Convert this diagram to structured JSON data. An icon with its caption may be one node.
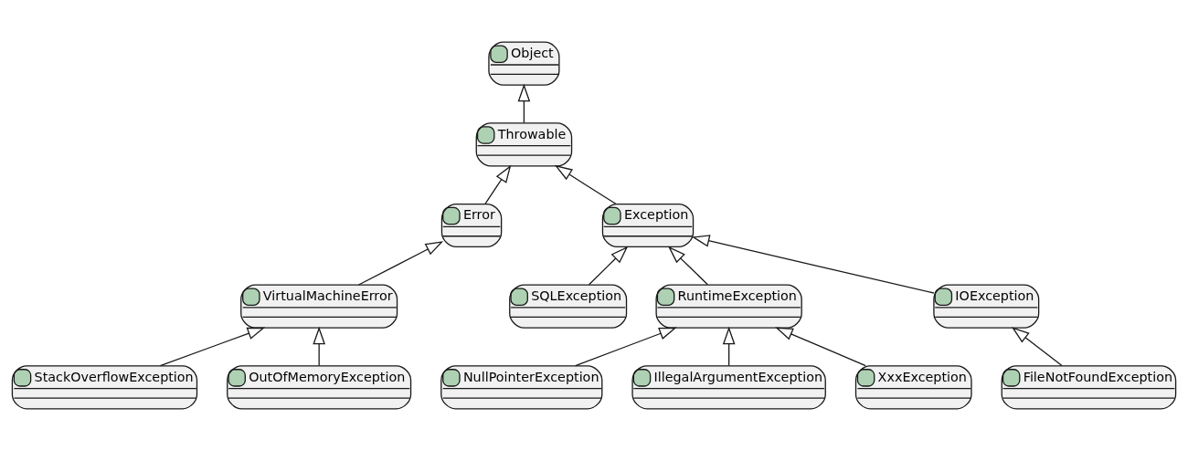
{
  "diagram": {
    "nodes": [
      {
        "text": [
          "Object"
        ]
      },
      {
        "text": [
          "Throwable"
        ]
      },
      {
        "text": [
          "Error"
        ]
      },
      {
        "text": [
          "Exception"
        ]
      },
      {
        "text": [
          "VirtualMachineError"
        ]
      },
      {
        "text": [
          "SQLException"
        ]
      },
      {
        "text": [
          "RuntimeException"
        ]
      },
      {
        "text": [
          "IOException"
        ]
      },
      {
        "text": [
          "StackOverflowException"
        ]
      },
      {
        "text": [
          "OutOfMemoryException"
        ]
      },
      {
        "text": [
          "NullPointerException"
        ]
      },
      {
        "text": [
          "IllegalArgumentException"
        ]
      },
      {
        "text": [
          "XxxException"
        ]
      },
      {
        "text": [
          "FileNotFoundException"
        ]
      }
    ],
    "edges": [
      {
        "from": 1,
        "to": 0,
        "arrow": "to"
      },
      {
        "from": 2,
        "to": 1,
        "arrow": "to"
      },
      {
        "from": 3,
        "to": 1,
        "arrow": "to"
      },
      {
        "from": 4,
        "to": 2,
        "arrow": "to"
      },
      {
        "from": 5,
        "to": 3,
        "arrow": "to"
      },
      {
        "from": 6,
        "to": 3,
        "arrow": "to"
      },
      {
        "from": 7,
        "to": 3,
        "arrow": "to"
      },
      {
        "from": 8,
        "to": 4,
        "arrow": "to"
      },
      {
        "from": 9,
        "to": 4,
        "arrow": "to"
      },
      {
        "from": 10,
        "to": 6,
        "arrow": "to"
      },
      {
        "from": 11,
        "to": 6,
        "arrow": "to"
      },
      {
        "from": 12,
        "to": 6,
        "arrow": "to"
      },
      {
        "from": 13,
        "to": 7,
        "arrow": "to"
      }
    ]
  }
}
